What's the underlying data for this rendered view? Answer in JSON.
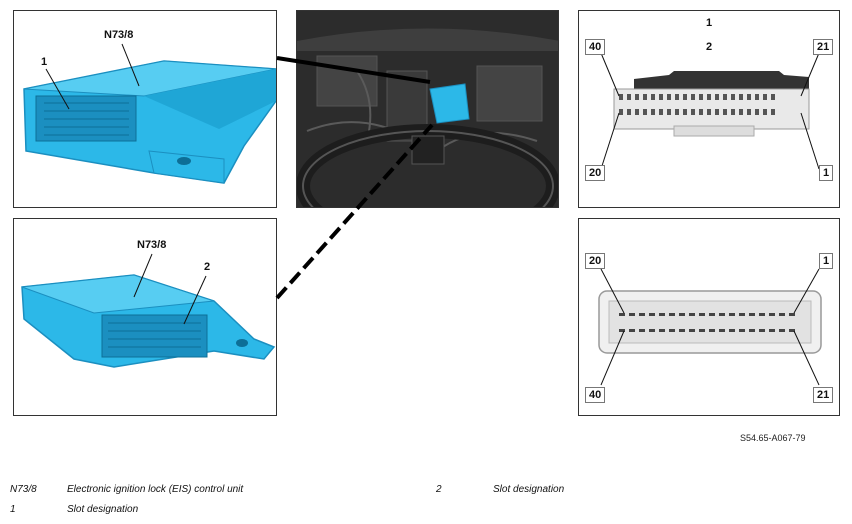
{
  "panels": {
    "top_left": {
      "callout_part": "N73/8",
      "callout_1": "1"
    },
    "bottom_left": {
      "callout_part": "N73/8",
      "callout_2": "2"
    },
    "top_right": {
      "top_1": "1",
      "top_2": "2",
      "pin_40": "40",
      "pin_21": "21",
      "pin_20": "20",
      "pin_1": "1"
    },
    "bottom_right": {
      "pin_20": "20",
      "pin_1": "1",
      "pin_40": "40",
      "pin_21": "21"
    }
  },
  "doc_code": "S54.65-A067-79",
  "legend": [
    {
      "key": "N73/8",
      "desc": "Electronic ignition lock (EIS) control unit"
    },
    {
      "key": "1",
      "desc": "Slot designation"
    },
    {
      "key": "2",
      "desc": "Slot designation"
    }
  ],
  "colors": {
    "unit_blue": "#2cb8e8",
    "unit_blue_dark": "#1b8fc0",
    "engine_dark": "#2c2c2c",
    "connector_grey": "#bdbdbd"
  }
}
